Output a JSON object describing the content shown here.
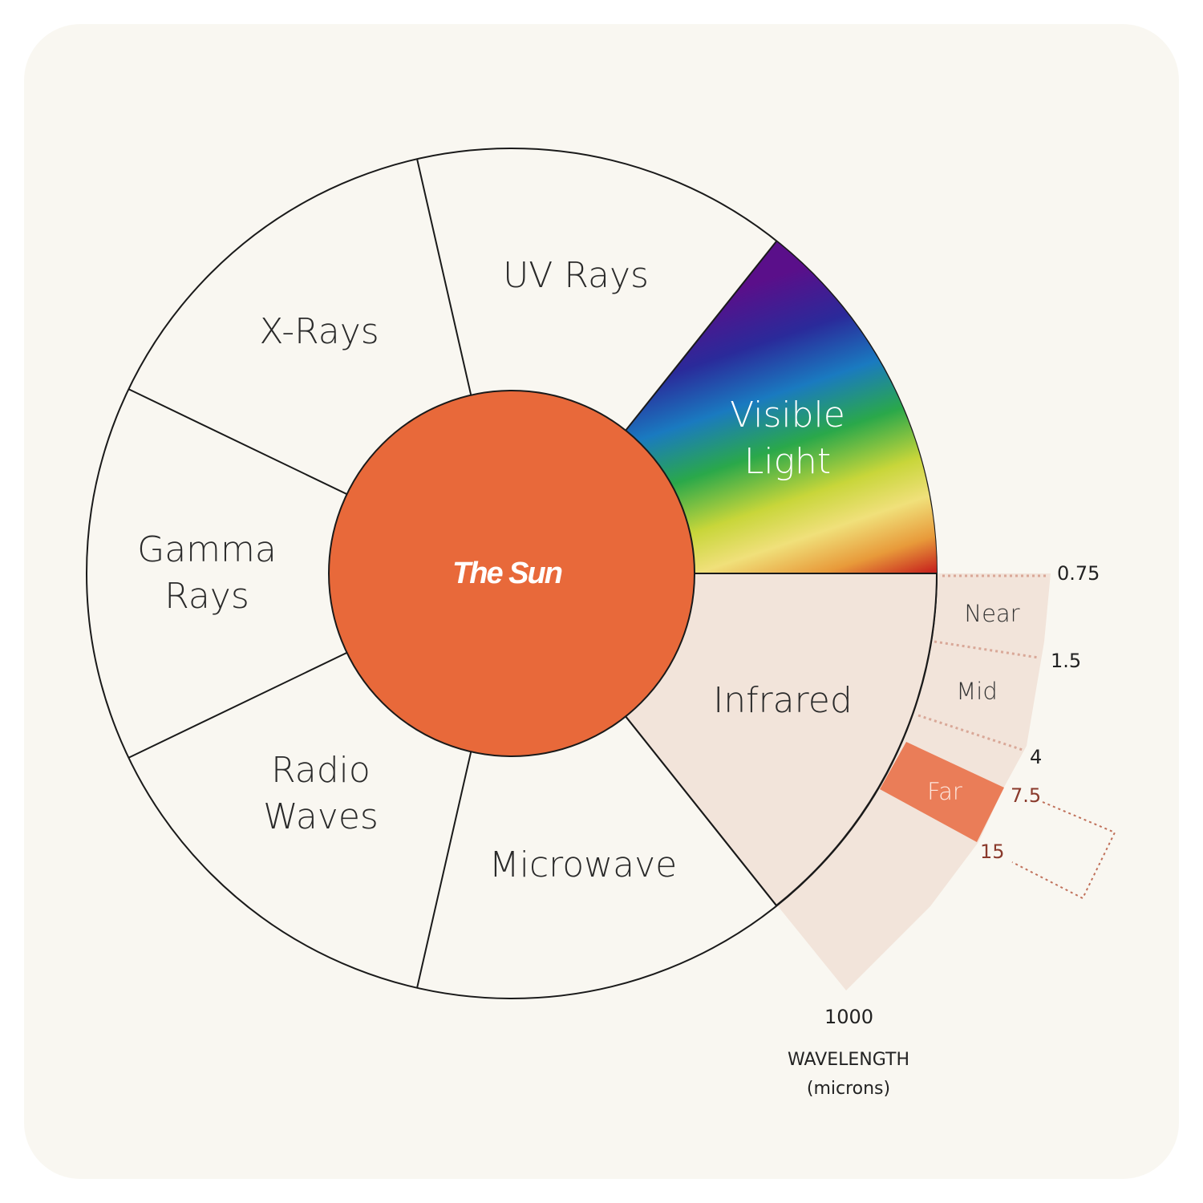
{
  "center": {
    "label": "The Sun",
    "color": "#e8693a"
  },
  "segments": [
    {
      "key": "uv",
      "lines": [
        "UV Rays"
      ]
    },
    {
      "key": "visible",
      "lines": [
        "Visible",
        "Light"
      ]
    },
    {
      "key": "infrared",
      "lines": [
        "Infrared"
      ]
    },
    {
      "key": "microwave",
      "lines": [
        "Microwave"
      ]
    },
    {
      "key": "radio",
      "lines": [
        "Radio",
        "Waves"
      ]
    },
    {
      "key": "gamma",
      "lines": [
        "Gamma",
        "Rays"
      ]
    },
    {
      "key": "xray",
      "lines": [
        "X-Rays"
      ]
    }
  ],
  "infrared_bands": [
    {
      "label": "Near",
      "highlight": false
    },
    {
      "label": "Mid",
      "highlight": false
    },
    {
      "label": "Far",
      "highlight": true
    }
  ],
  "wavelength_ticks": [
    "0.75",
    "1.5",
    "4",
    "7.5",
    "15",
    "1000"
  ],
  "axis_title": [
    "WAVELENGTH",
    "(microns)"
  ],
  "colors": {
    "background": "#f9f7f1",
    "infrared_fill": "#f2e4da",
    "far_band": "#ea7d58",
    "outline": "#1a1a1a",
    "tick_highlight": "#8a3a2c"
  }
}
